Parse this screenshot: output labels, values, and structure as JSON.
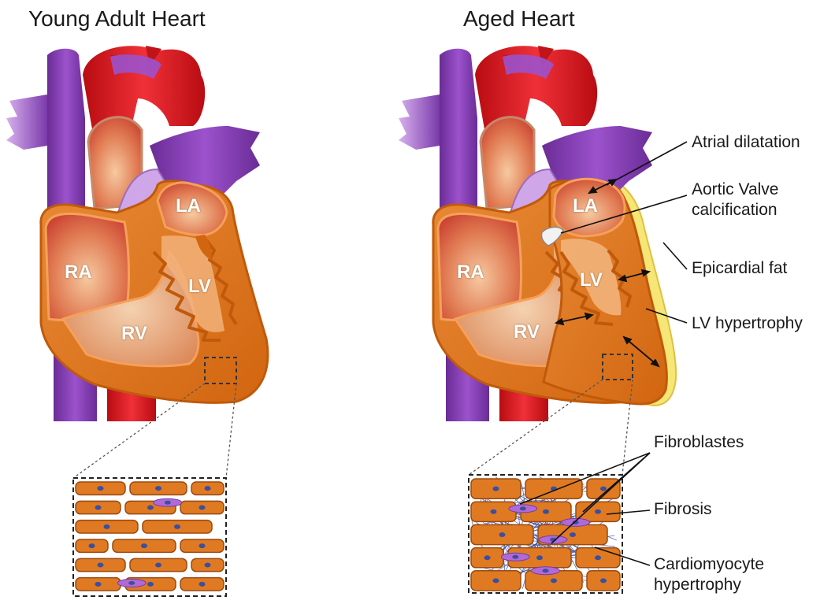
{
  "titles": {
    "young": "Young Adult Heart",
    "aged": "Aged Heart"
  },
  "chambers": {
    "la": "LA",
    "ra": "RA",
    "lv": "LV",
    "rv": "RV"
  },
  "annotations": {
    "atrial_dilatation": "Atrial dilatation",
    "aortic_valve_line1": "Aortic Valve",
    "aortic_valve_line2": "calcification",
    "epicardial_fat": "Epicardial fat",
    "lv_hypertrophy": "LV hypertrophy",
    "fibroblastes": "Fibroblastes",
    "fibrosis": "Fibrosis",
    "cardiomyocyte_line1": "Cardiomyocyte",
    "cardiomyocyte_line2": "hypertrophy"
  },
  "colors": {
    "vena_cava": "#8a3fb8",
    "pulmonary_vessel": "#a15bc9",
    "aorta": "#e0141c",
    "myocardium": "#e07a22",
    "myocardium_edge": "#c05a0a",
    "chamber_fill": "#d9503a",
    "epicardial_fat": "#f4e26a",
    "fibroblast": "#b06ad8",
    "fibrosis": "#2a3f9a",
    "nucleus": "#3b4fa0"
  }
}
